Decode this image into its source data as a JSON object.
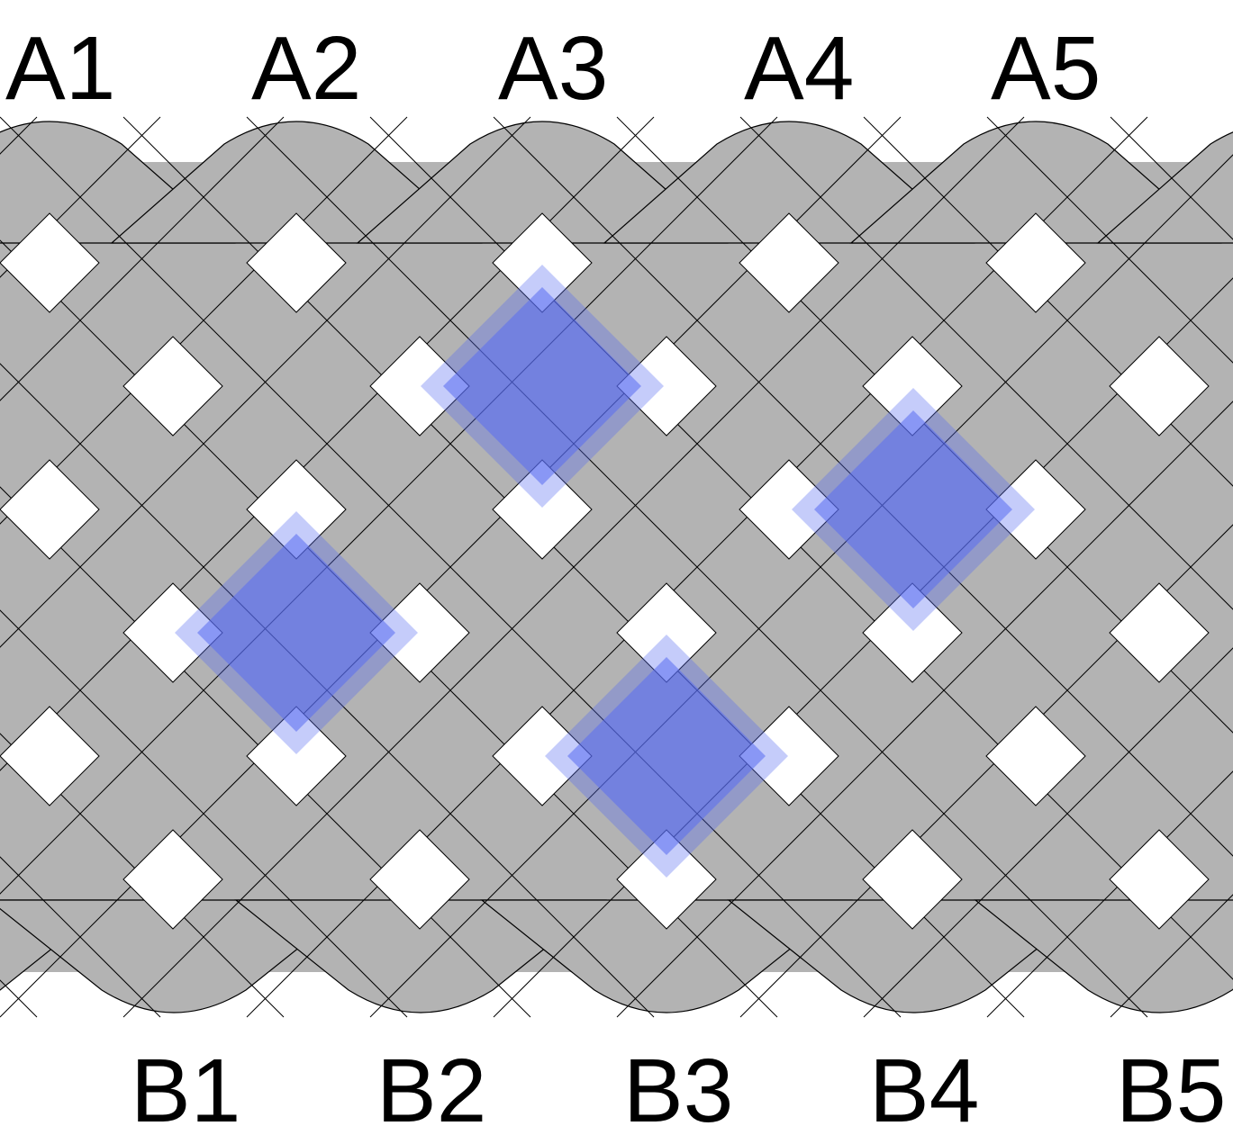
{
  "top_labels": [
    "A1",
    "A2",
    "A3",
    "A4",
    "A5"
  ],
  "bottom_labels": [
    "B1",
    "B2",
    "B3",
    "B4",
    "B5"
  ],
  "colors": {
    "strand_fill": "#b3b3b3",
    "strand_outline": "#000000",
    "strand_shadow": "#8a8a8a",
    "background": "#ffffff",
    "highlight": "#5a6cf2"
  },
  "highlight_count": 4
}
